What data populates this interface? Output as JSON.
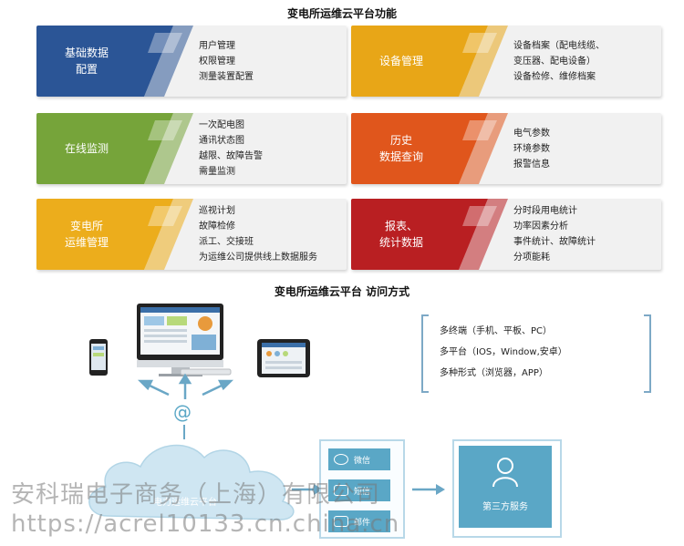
{
  "header": {
    "title": "变电所运维云平台功能",
    "subtitle": "变电所运维云平台 访问方式"
  },
  "cards": [
    {
      "label": [
        "基础数据",
        "配置"
      ],
      "color": "#2b5596",
      "items": [
        "用户管理",
        "权限管理",
        "测量装置配置"
      ]
    },
    {
      "label": [
        "设备管理"
      ],
      "color": "#e8a617",
      "items": [
        "设备档案（配电线缆、",
        "变压器、配电设备）",
        "设备检修、维修档案"
      ]
    },
    {
      "label": [
        "在线监测"
      ],
      "color": "#76a43a",
      "items": [
        "一次配电图",
        "通讯状态图",
        "越限、故障告警",
        "需量监测"
      ]
    },
    {
      "label": [
        "历史",
        "数据查询"
      ],
      "color": "#e0561c",
      "items": [
        "电气参数",
        "环境参数",
        "报警信息"
      ]
    },
    {
      "label": [
        "变电所",
        "运维管理"
      ],
      "color": "#ecad1c",
      "items": [
        "巡视计划",
        "故障检修",
        "派工、交接班",
        "为运维公司提供线上数据服务"
      ]
    },
    {
      "label": [
        "报表、",
        "统计数据"
      ],
      "color": "#b91f22",
      "items": [
        "分时段用电统计",
        "功率因素分析",
        "事件统计、故障统计",
        "分项能耗"
      ]
    }
  ],
  "access": {
    "items": [
      "多终端（手机、平板、PC）",
      "多平台（IOS，Window,安卓）",
      "多种形式（浏览器，APP）"
    ]
  },
  "cloud": {
    "at_symbol": "@",
    "label": "电力运维云平台"
  },
  "channels": [
    "微信",
    "短信",
    "邮件"
  ],
  "third_party": "第三方服务",
  "watermark": {
    "line1": "安科瑞电子商务（上海）有限公司",
    "line2": "https://acrel10133.cn.china.cn"
  },
  "colors": {
    "accent_blue": "#5aa7c6",
    "bracket": "#7da9c6"
  }
}
